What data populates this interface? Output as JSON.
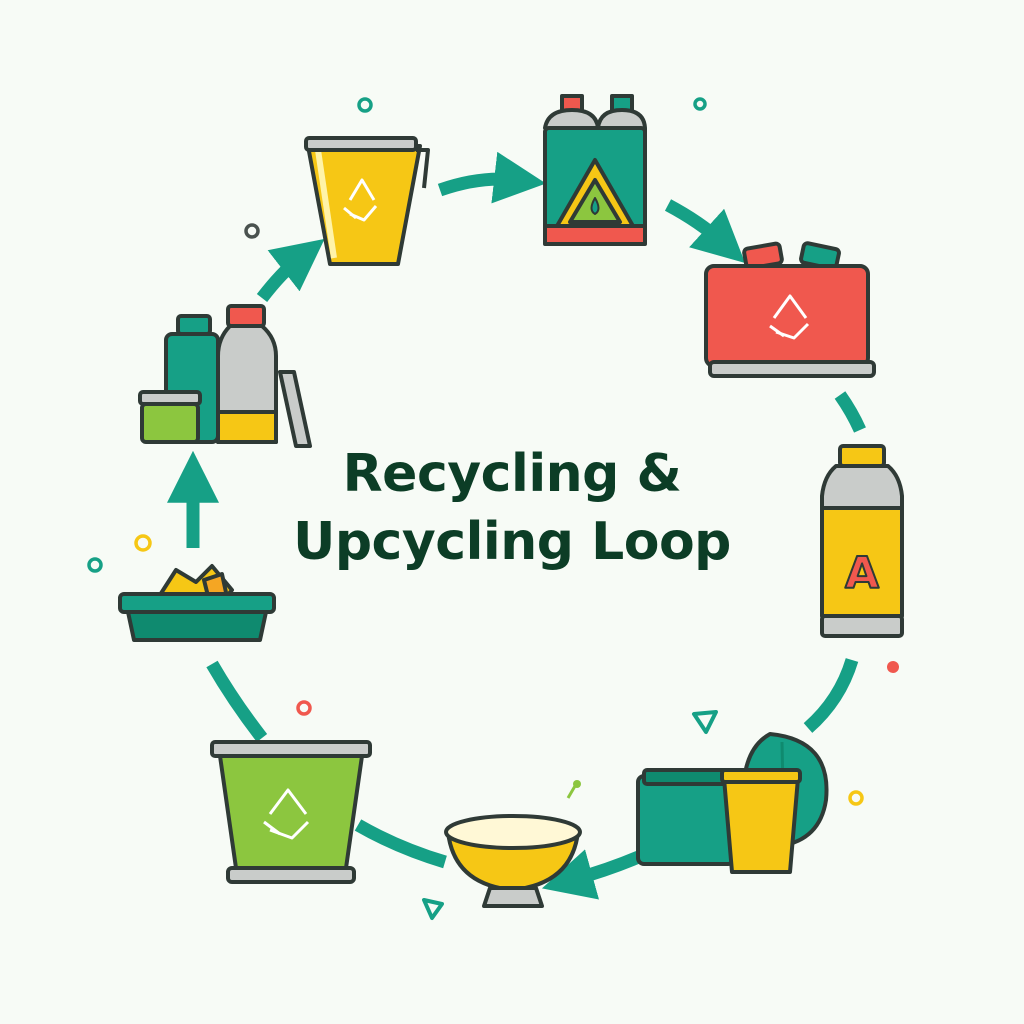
{
  "title": {
    "line1": "Recycling &",
    "line2": "Upcycling Loop"
  },
  "labels": {
    "bottle_letter": "A"
  },
  "colors": {
    "background": "#f7fbf6",
    "title": "#0c3d26",
    "outline": "#2f3a36",
    "teal": "#16a086",
    "teal_dark": "#0f8a6f",
    "yellow": "#f6c715",
    "green": "#8cc63f",
    "red": "#f0584e",
    "gray": "#c9ccca",
    "white": "#ffffff"
  },
  "icons": [
    "recycle-bin-cup-icon",
    "detergent-bottles-icon",
    "red-recycling-crate-icon",
    "yellow-bottle-icon",
    "upcycled-planter-icon",
    "yellow-bowl-icon",
    "green-recycle-bin-icon",
    "crushed-plastic-tray-icon",
    "plastic-containers-icon"
  ]
}
